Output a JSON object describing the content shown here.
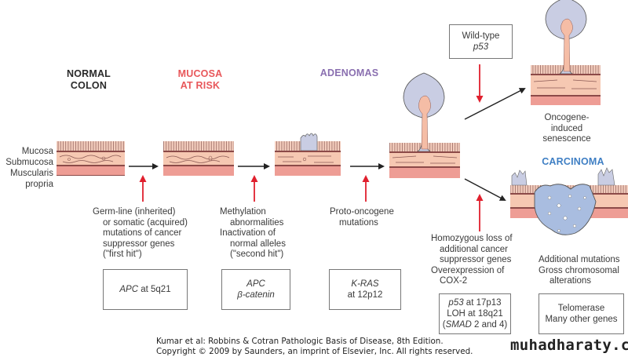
{
  "stages": {
    "normal_colon": {
      "line1": "NORMAL",
      "line2": "COLON",
      "color": "#2a2a2a"
    },
    "mucosa_at_risk": {
      "line1": "MUCOSA",
      "line2": "AT RISK",
      "color": "#e8575a"
    },
    "adenomas": {
      "label": "ADENOMAS",
      "color": "#8a6fb0"
    },
    "carcinoma": {
      "label": "CARCINOMA",
      "color": "#3f7fc4"
    }
  },
  "layer_labels": {
    "mucosa": "Mucosa",
    "submucosa": "Submucosa",
    "muscularis_line1": "Muscularis",
    "muscularis_line2": "propria"
  },
  "events": {
    "first_hit": {
      "lines": [
        "Germ-line (inherited)",
        "or somatic (acquired)",
        "mutations of cancer",
        "suppressor genes",
        "(\"first hit\")"
      ]
    },
    "second_hit": {
      "lines": [
        "Methylation",
        "abnormalities",
        "Inactivation of",
        "normal alleles",
        "(\"second hit\")"
      ]
    },
    "proto_oncogene": {
      "lines": [
        "Proto-oncogene",
        "mutations"
      ]
    },
    "homozygous_loss": {
      "lines": [
        "Homozygous loss of",
        "additional cancer",
        "suppressor genes",
        "Overexpression of",
        "COX-2"
      ]
    },
    "additional_mutations": {
      "lines": [
        "Additional mutations",
        "Gross chromosomal",
        "alterations"
      ]
    },
    "senescence": {
      "lines": [
        "Oncogene-induced",
        "senescence"
      ]
    }
  },
  "gene_boxes": {
    "apc_5q21": {
      "gene": "APC",
      "rest": " at 5q21"
    },
    "apc_catenin": {
      "line1": "APC",
      "line2": "β-catenin"
    },
    "kras": {
      "line1": "K-RAS",
      "line2": "at 12p12"
    },
    "p53_smad": {
      "gene1": "p53",
      "rest1": " at 17p13",
      "line2": "LOH at 18q21",
      "open": "(",
      "gene3": "SMAD",
      "rest3": " 2 and 4)"
    },
    "telomerase": {
      "line1": "Telomerase",
      "line2": "Many other genes"
    },
    "wild_type_p53": {
      "line1": "Wild-type",
      "line2": "p53"
    }
  },
  "colors": {
    "arrow_red": "#e0202e",
    "arrow_black": "#222222",
    "mucosa": "#f2c2b0",
    "submucosa": "#f6c8b2",
    "muscularis": "#ee9d95",
    "adenoma": "#c9cde3",
    "carcinoma": "#a9bde0"
  },
  "footer": {
    "credit_line1": "Kumar et al: Robbins & Cotran Pathologic Basis of Disease, 8th Edition.",
    "credit_line2": "Copyright © 2009 by Saunders, an imprint of Elsevier, Inc. All rights reserved.",
    "watermark": "muhadharaty.com"
  }
}
